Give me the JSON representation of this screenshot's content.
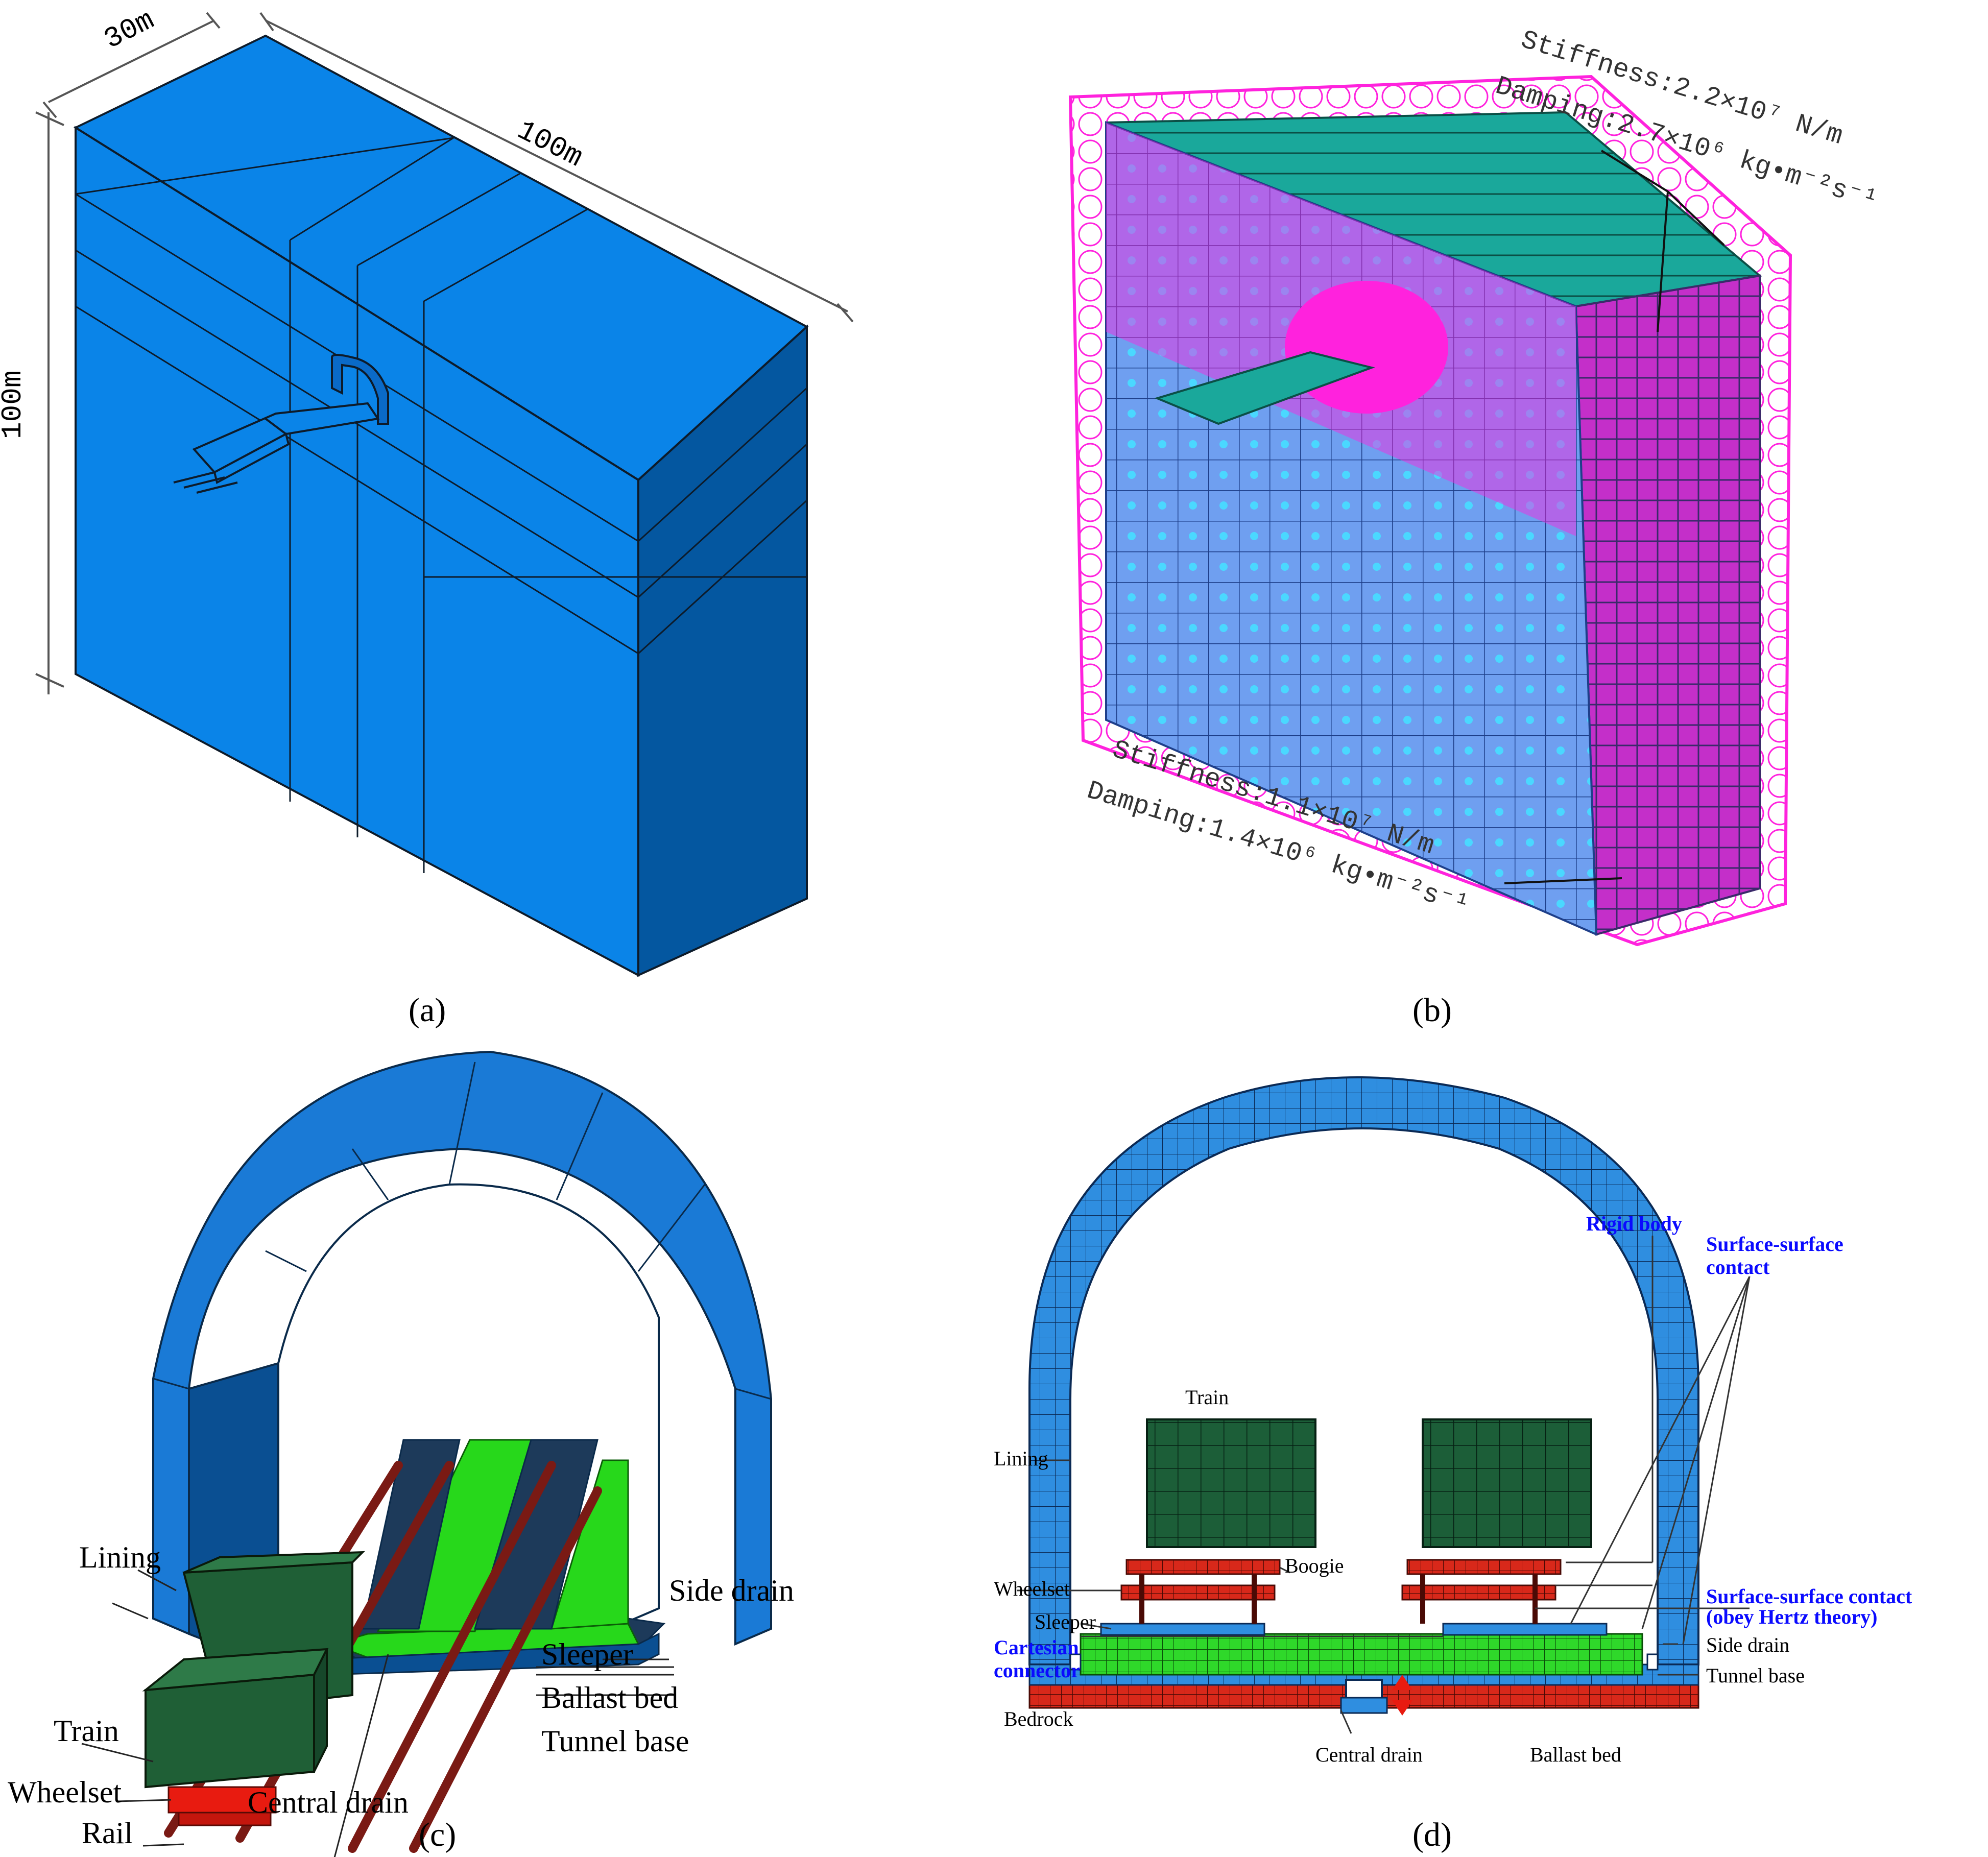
{
  "panels": {
    "a": {
      "caption": "(a)",
      "dims": {
        "width": "30m",
        "length": "100m",
        "height": "100m"
      },
      "colors": {
        "front": "#0a84e8",
        "top": "#0a84e8",
        "side": "#0457a0",
        "edge": "#0d1b2a"
      }
    },
    "b": {
      "caption": "(b)",
      "top_stiffness": "Stiffness:2.2×10⁷ N/m",
      "top_damping": "Damping:2.7×10⁶ kg•m⁻²s⁻¹",
      "bottom_stiffness": "Stiffness:1.1×10⁷ N/m",
      "bottom_damping": "Damping:1.4×10⁶ kg•m⁻²s⁻¹",
      "colors": {
        "springs": "#ff22dd",
        "mesh": "#3b8ee8",
        "tracks": "#1fa89a"
      }
    },
    "c": {
      "caption": "(c)",
      "labels": {
        "lining": "Lining",
        "train": "Train",
        "wheelset": "Wheelset",
        "rail": "Rail",
        "central_drain": "Central drain",
        "side_drain": "Side drain",
        "sleeper": "Sleeper",
        "ballast_bed": "Ballast bed",
        "tunnel_base": "Tunnel base"
      },
      "colors": {
        "lining": "#1a7ad6",
        "lining_dark": "#0a4f92",
        "train": "#1f5f36",
        "ballast": "#27d81b",
        "rail": "#7a1a14",
        "wheelset": "#e81b10"
      }
    },
    "d": {
      "caption": "(d)",
      "labels": {
        "train": "Train",
        "lining": "Lining",
        "wheelset": "Wheelset",
        "sleeper": "Sleeper",
        "boogie": "Boogie",
        "cartesian_1": "Cartesian",
        "cartesian_2": "connector",
        "bedrock": "Bedrock",
        "central_drain": "Central drain",
        "ballast_bed": "Ballast bed",
        "tunnel_base": "Tunnel base",
        "side_drain": "Side drain",
        "rigid_body": "Rigid body",
        "ss_contact_1": "Surface-surface",
        "ss_contact_2": "contact",
        "hertz_1": "Surface-surface contact",
        "hertz_2": "(obey Hertz theory)"
      },
      "colors": {
        "lining": "#2f8ee0",
        "train": "#1c5e38",
        "ballast": "#2fd82a",
        "bedrock": "#d8281a",
        "label_blue": "#0a0aff"
      }
    }
  }
}
